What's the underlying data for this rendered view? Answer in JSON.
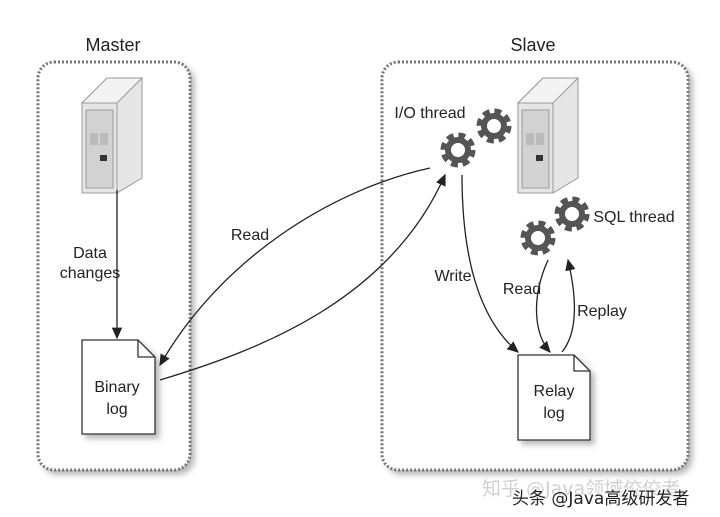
{
  "master": {
    "title": "Master",
    "data_changes_line1": "Data",
    "data_changes_line2": "changes",
    "binary_log_line1": "Binary",
    "binary_log_line2": "log"
  },
  "slave": {
    "title": "Slave",
    "io_thread": "I/O thread",
    "sql_thread": "SQL thread",
    "write": "Write",
    "read": "Read",
    "replay": "Replay",
    "relay_log_line1": "Relay",
    "relay_log_line2": "log"
  },
  "read_label": "Read",
  "watermarks": {
    "faint": "知乎 @Java领域佼佼者",
    "main": "头条 @Java高级研发者"
  }
}
